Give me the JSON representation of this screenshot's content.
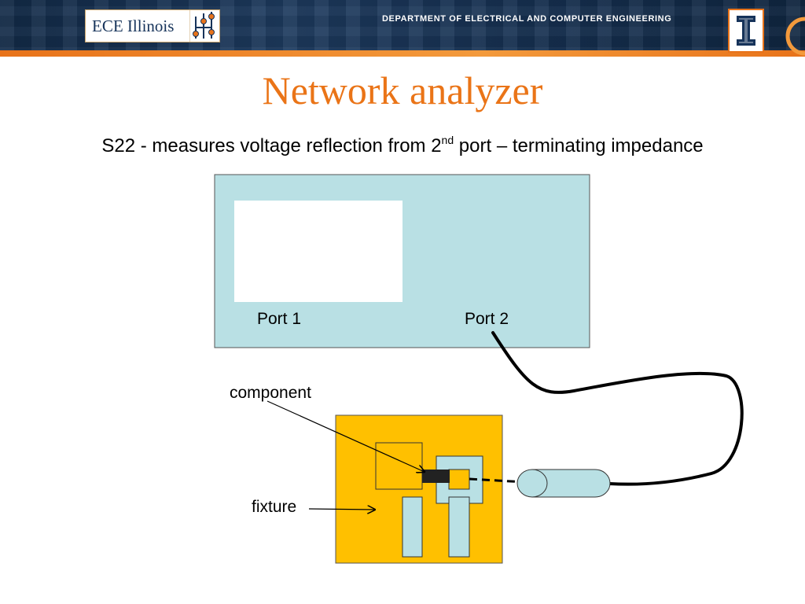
{
  "header": {
    "logo_text": "ECE Illinois",
    "department": "DEPARTMENT OF ELECTRICAL AND COMPUTER ENGINEERING"
  },
  "slide": {
    "title": "Network analyzer",
    "subtitle_pre": "S22 - measures voltage reflection from 2",
    "subtitle_sup": "nd",
    "subtitle_post": " port – terminating impedance"
  },
  "diagram": {
    "port1_label": "Port 1",
    "port2_label": "Port 2",
    "component_label": "component",
    "fixture_label": "fixture"
  },
  "colors": {
    "title": "#ea7417",
    "analyzer_fill": "#b9e0e4",
    "fixture_fill": "#ffc000",
    "header_navy": "#16335a",
    "accent_orange": "#e8731a"
  }
}
